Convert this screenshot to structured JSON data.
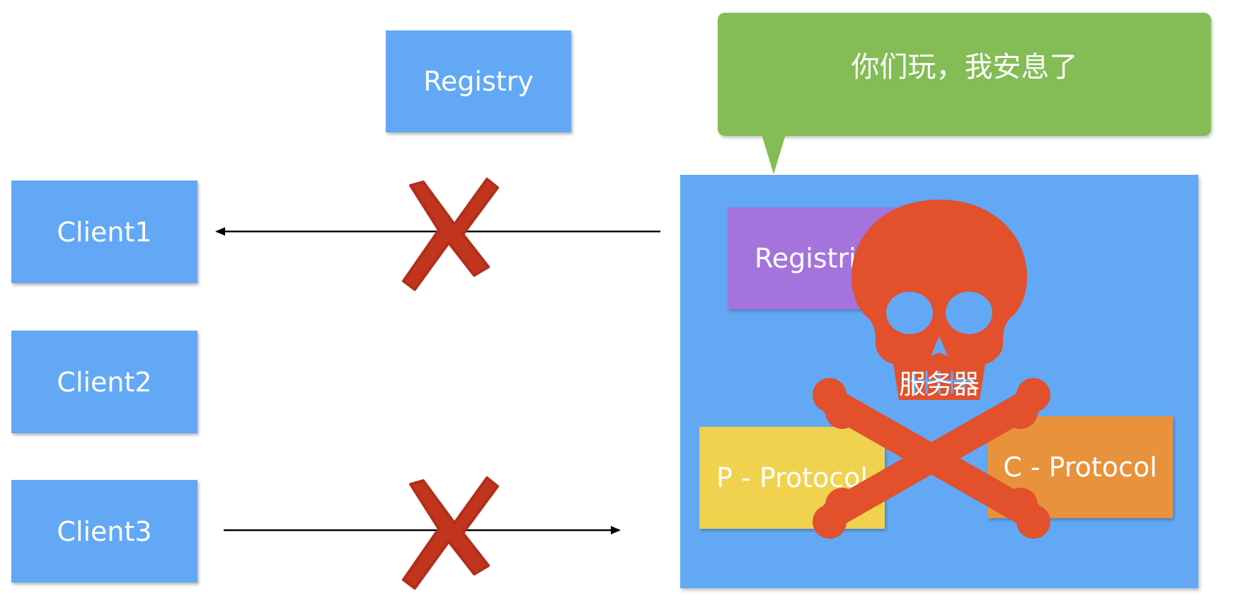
{
  "clients": [
    {
      "label": "Client1"
    },
    {
      "label": "Client2"
    },
    {
      "label": "Client3"
    }
  ],
  "registry": {
    "label": "Registry"
  },
  "server": {
    "label": "服务器",
    "registry_label": "Registri",
    "p_protocol_label": "P - Protocol",
    "c_protocol_label": "C - Protocol"
  },
  "speech_bubble": {
    "text": "你们玩，我安息了"
  },
  "icons": [
    "cross-mark-icon",
    "skull-crossbones-icon"
  ],
  "colors": {
    "box_blue": "#62a8f4",
    "bubble_green": "#84bd55",
    "registry_purple": "#a474dc",
    "p_protocol_yellow": "#f0d24f",
    "c_protocol_orange": "#e8923c",
    "skull_red": "#e2502c",
    "cross_red": "#c1351f"
  }
}
